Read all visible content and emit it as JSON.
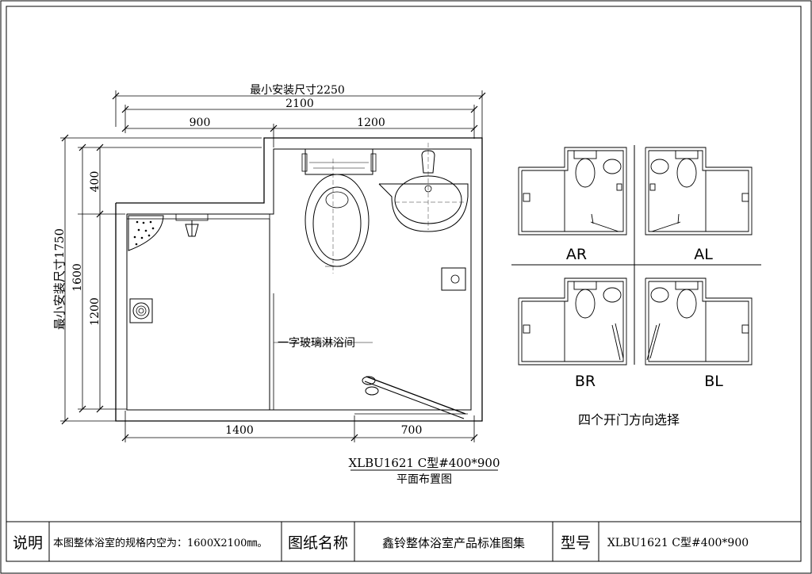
{
  "drawing": {
    "dim_total_min": "最小安装尺寸2250",
    "dim_total": "2100",
    "dim_left_top": "900",
    "dim_right_top": "1200",
    "dim_400": "400",
    "dim_1600": "1600",
    "dim_1200": "1200",
    "dim_vertical_min": "最小安装尺寸1750",
    "dim_bottom_left": "1400",
    "dim_bottom_right": "700",
    "shower_label": "一字玻璃淋浴间",
    "model_code": "XLBU1621 C型#400*900",
    "plan_title": "平面布置图"
  },
  "variants": {
    "ar": "AR",
    "al": "AL",
    "br": "BR",
    "bl": "BL",
    "caption": "四个开门方向选择"
  },
  "title_block": {
    "note_label": "说明",
    "note_text": "本图整体浴室的规格内空为：1600X2100㎜。",
    "drawing_name_label": "图纸名称",
    "drawing_name": "鑫铃整体浴室产品标准图集",
    "model_label": "型号",
    "model_value": "XLBU1621 C型#400*900"
  }
}
